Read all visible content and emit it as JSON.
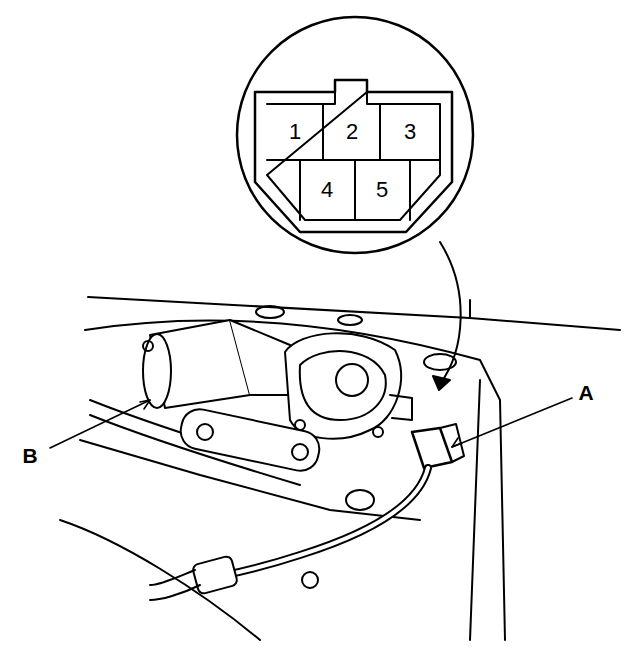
{
  "diagram": {
    "labels": [
      "1",
      "2",
      "3",
      "4",
      "5",
      "A",
      "B"
    ]
  }
}
